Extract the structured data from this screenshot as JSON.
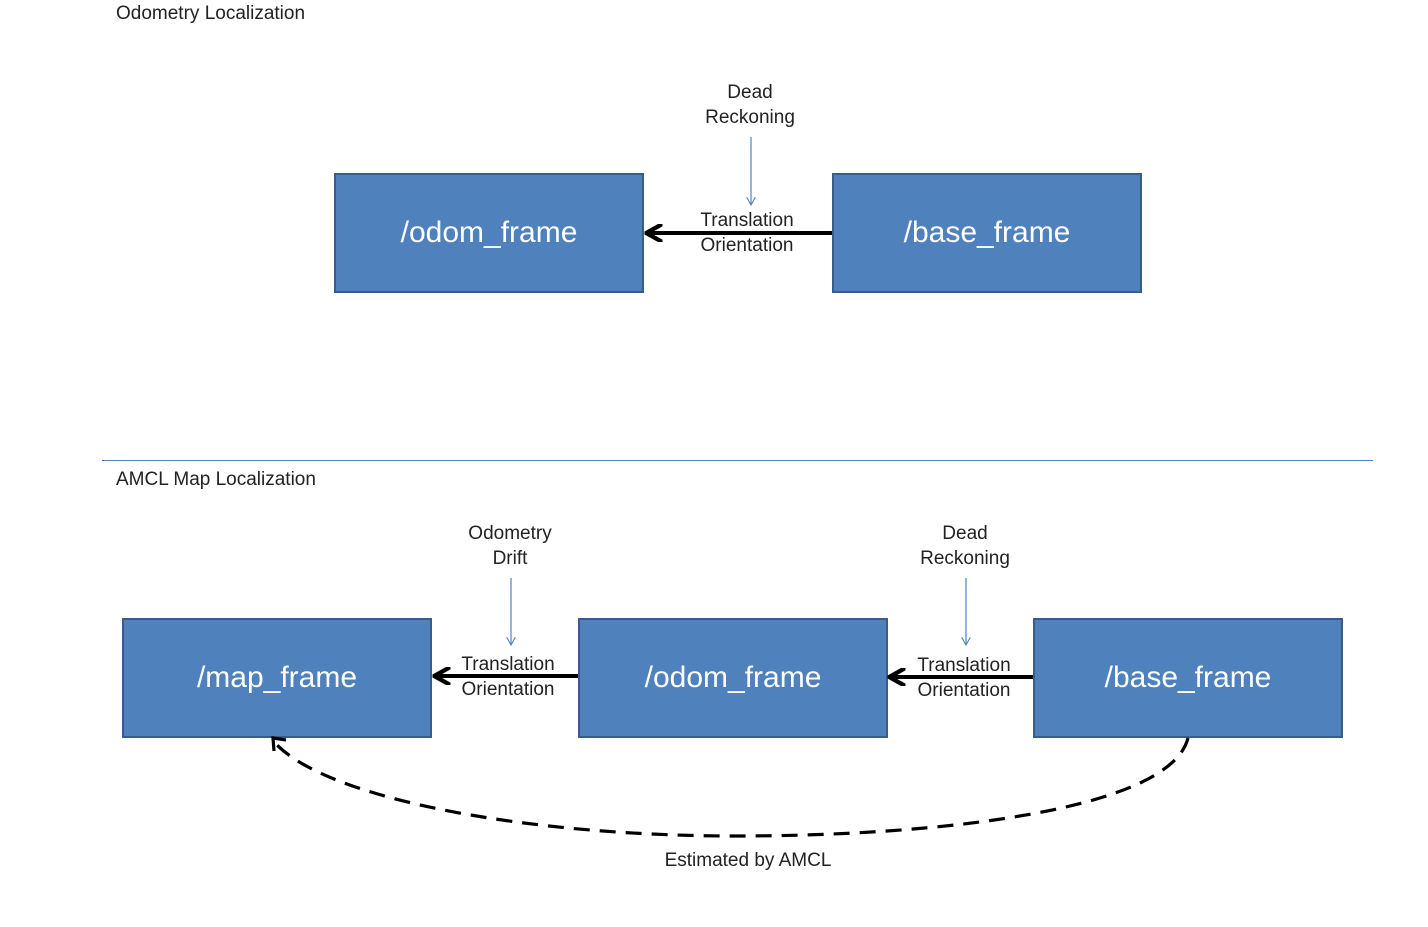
{
  "top_section": {
    "title": "Odometry Localization",
    "frames": {
      "odom": "/odom_frame",
      "base": "/base_frame"
    },
    "transform_label": [
      "Translation",
      "Orientation"
    ],
    "source_label": [
      "Dead",
      "Reckoning"
    ]
  },
  "bottom_section": {
    "title": "AMCL Map Localization",
    "frames": {
      "map": "/map_frame",
      "odom": "/odom_frame",
      "base": "/base_frame"
    },
    "left_transform_label": [
      "Translation",
      "Orientation"
    ],
    "left_source_label": [
      "Odometry",
      "Drift"
    ],
    "right_transform_label": [
      "Translation",
      "Orientation"
    ],
    "right_source_label": [
      "Dead",
      "Reckoning"
    ],
    "estimate_caption": "Estimated by AMCL"
  },
  "colors": {
    "box_fill": "#4f81bd",
    "box_border": "#385d8a",
    "box_text": "#ffffff",
    "thin_arrow": "#4f81bd",
    "thick_arrow": "#000000",
    "divider": "#4f81bd"
  }
}
